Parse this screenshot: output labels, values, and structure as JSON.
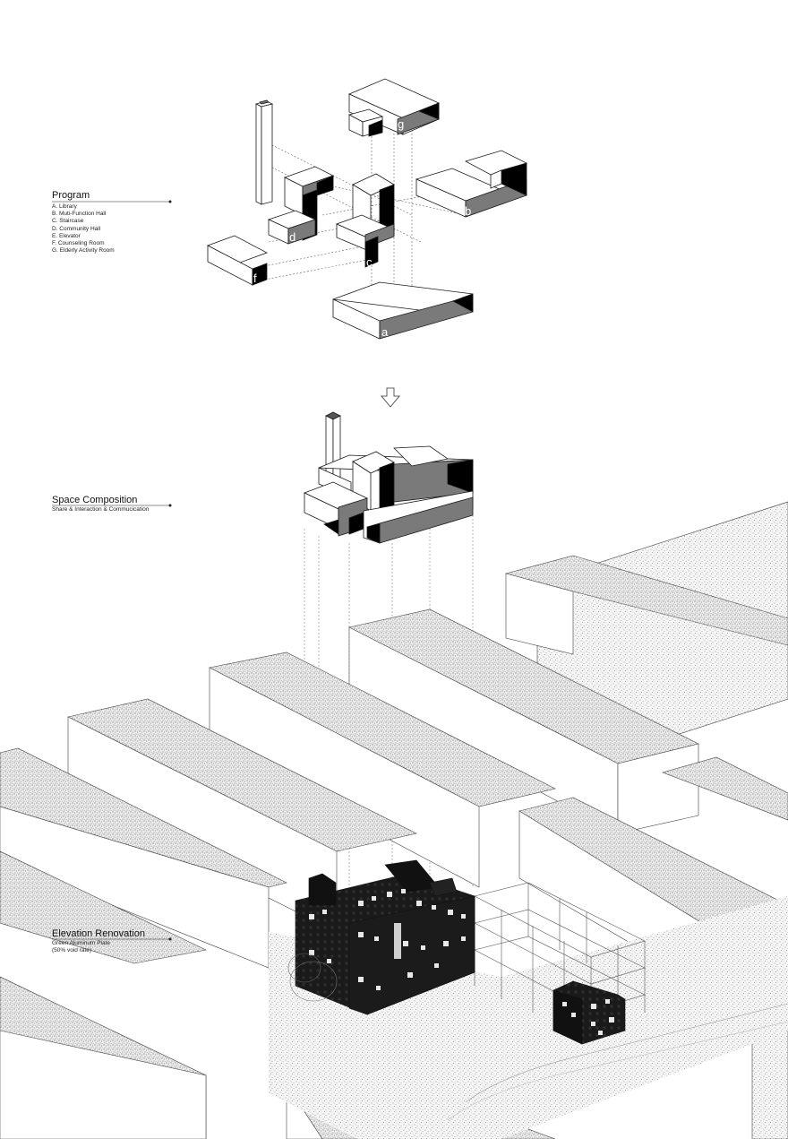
{
  "program": {
    "title": "Program",
    "items": [
      "A. Library",
      "B. Muti-Function Hall",
      "C. Staircase",
      "D. Community Hall",
      "E. Elevator",
      "F. Counseling Room",
      "G. Elderly Activity Room"
    ]
  },
  "composition": {
    "title": "Space Composition",
    "subtitle": "Share & Interaction & Commucication"
  },
  "elevation": {
    "title": "Elevation Renovation",
    "subtitle_1": "Green Aluminum Plate",
    "subtitle_2": "(50% void rate)"
  },
  "block_tags": {
    "a": "a",
    "b": "b",
    "c": "c",
    "d": "d",
    "f": "f",
    "g": "g"
  },
  "icons": {
    "down_arrow": "down-arrow-icon"
  },
  "colors": {
    "fill_gray": "#7a7a7a",
    "fill_black": "#000000",
    "line": "#1a1a1a",
    "stipple": "#9a9a9a"
  }
}
